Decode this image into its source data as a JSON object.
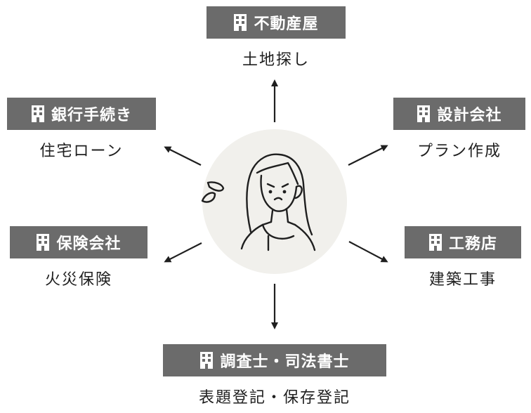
{
  "diagram": {
    "nodes": [
      {
        "id": "top",
        "label": "不動産屋",
        "sub": "土地探し"
      },
      {
        "id": "top-left",
        "label": "銀行手続き",
        "sub": "住宅ローン"
      },
      {
        "id": "top-right",
        "label": "設計会社",
        "sub": "プラン作成"
      },
      {
        "id": "bottom-left",
        "label": "保険会社",
        "sub": "火災保険"
      },
      {
        "id": "bottom-right",
        "label": "工務店",
        "sub": "建築工事"
      },
      {
        "id": "bottom",
        "label": "調査士・司法書士",
        "sub": "表題登記・保存登記"
      }
    ],
    "center": {
      "icon": "worried-woman-icon"
    },
    "colors": {
      "label_bg": "#6b6b6b",
      "label_text": "#ffffff",
      "circle_bg": "#f1f0ec",
      "text": "#1f1f1f"
    }
  }
}
